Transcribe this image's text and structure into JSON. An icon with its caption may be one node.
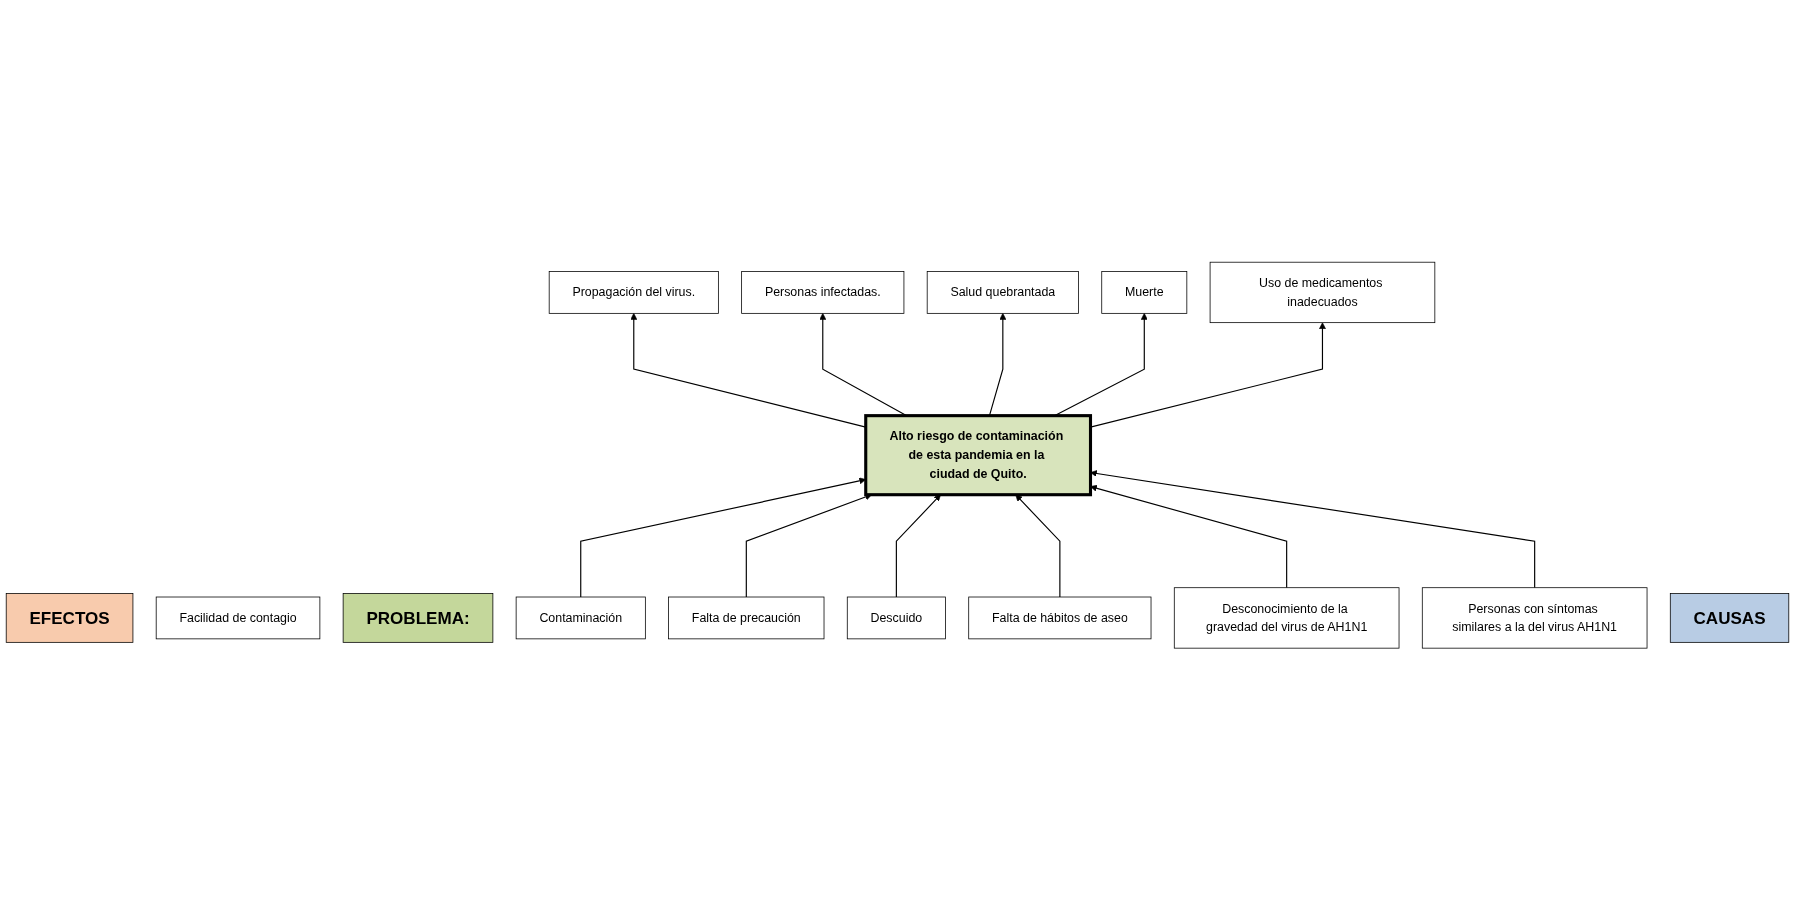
{
  "diagram": {
    "nodes": [
      {
        "text": [
          "EFECTOS"
        ]
      },
      {
        "text": [
          "Propagación del virus."
        ]
      },
      {
        "text": [
          "Personas infectadas."
        ]
      },
      {
        "text": [
          "Salud quebrantada"
        ]
      },
      {
        "text": [
          "Facilidad de contagio"
        ]
      },
      {
        "text": [
          "Muerte"
        ]
      },
      {
        "text": [
          "Uso de medicamentos inadecuados"
        ]
      },
      {
        "text": [
          "PROBLEMA:"
        ]
      },
      {
        "text": [
          "Alto riesgo de contaminación de esta pandemia en la ciudad de Quito."
        ]
      },
      {
        "text": [
          "Contaminación"
        ]
      },
      {
        "text": [
          "Falta de precaución"
        ]
      },
      {
        "text": [
          "Descuido"
        ]
      },
      {
        "text": [
          "Falta de hábitos de aseo"
        ]
      },
      {
        "text": [
          "Desconocimiento de la gravedad del virus de AH1N1"
        ]
      },
      {
        "text": [
          "Personas con síntomas similares a la del virus AH1N1"
        ]
      },
      {
        "text": [
          "CAUSAS"
        ]
      }
    ],
    "edges": [
      {
        "from": 8,
        "to": 1,
        "arrow": "to"
      },
      {
        "from": 8,
        "to": 2,
        "arrow": "to"
      },
      {
        "from": 8,
        "to": 3,
        "arrow": "to"
      },
      {
        "from": 8,
        "to": 5,
        "arrow": "to"
      },
      {
        "from": 8,
        "to": 6,
        "arrow": "to"
      },
      {
        "from": 9,
        "to": 8,
        "arrow": "to"
      },
      {
        "from": 10,
        "to": 8,
        "arrow": "to"
      },
      {
        "from": 11,
        "to": 8,
        "arrow": "to"
      },
      {
        "from": 12,
        "to": 8,
        "arrow": "to"
      },
      {
        "from": 13,
        "to": 8,
        "arrow": "to"
      },
      {
        "from": 14,
        "to": 8,
        "arrow": "to"
      }
    ]
  }
}
